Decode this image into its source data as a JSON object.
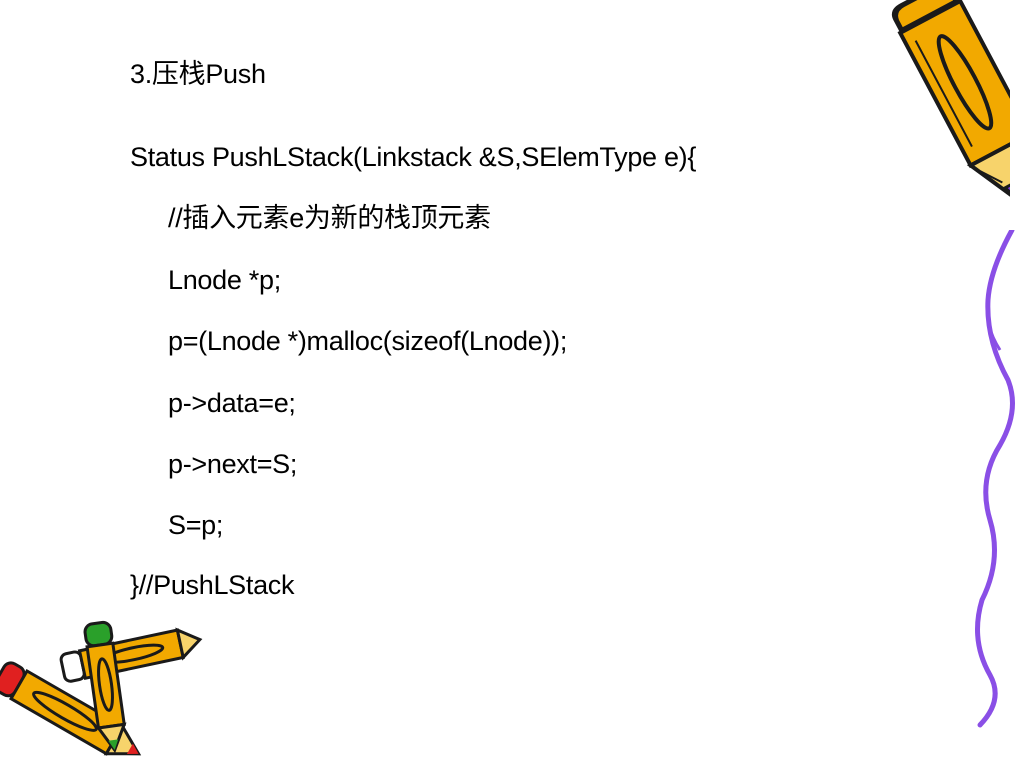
{
  "slide": {
    "title": "3.压栈Push",
    "code_lines": [
      "Status PushLStack(Linkstack &S,SElemType e){",
      "//插入元素e为新的栈顶元素",
      "Lnode *p;",
      "p=(Lnode *)malloc(sizeof(Lnode));",
      "p->data=e;",
      "p->next=S;",
      "S=p;",
      "}//PushLStack"
    ]
  },
  "decorations": {
    "top_right": "pencil-clipart-icon",
    "right_edge": "wavy-line-decoration",
    "bottom_left": "crossed-pencils-clipart-icon"
  },
  "colors": {
    "text": "#000000",
    "background": "#ffffff",
    "pencil_body": "#f2a900",
    "pencil_outline": "#1a1a1a",
    "wavy_line": "#8a4fe6",
    "eraser_red": "#e02020",
    "eraser_green": "#2aa02a"
  }
}
